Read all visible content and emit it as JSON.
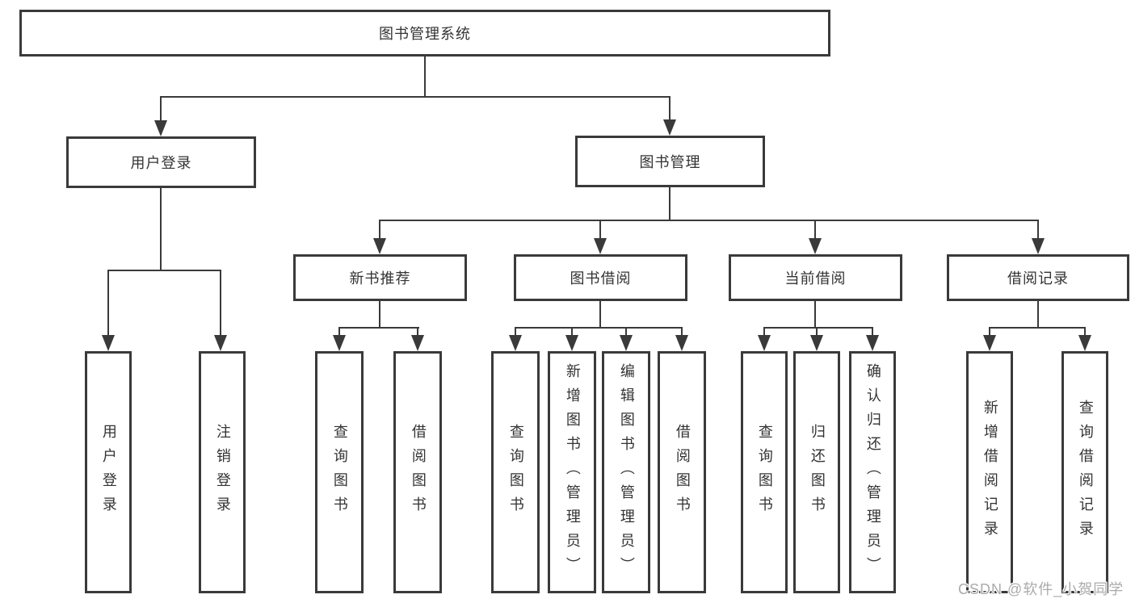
{
  "nodes": {
    "root": "图书管理系统",
    "userLogin": "用户登录",
    "bookMgmt": "图书管理",
    "newRec": "新书推荐",
    "bookBorrow": "图书借阅",
    "curBorrow": "当前借阅",
    "borrowRecords": "借阅记录",
    "leafUserLogin": "用户登录",
    "leafLogout": "注销登录",
    "leafRecQuery": "查询图书",
    "leafRecBorrow": "借阅图书",
    "leafBorQuery": "查询图书",
    "leafBorAdd": "新增图书（管理员）",
    "leafBorEdit": "编辑图书（管理员）",
    "leafBorBorrow": "借阅图书",
    "leafCurQuery": "查询图书",
    "leafCurReturn": "归还图书",
    "leafCurConfirm": "确认归还（管理员）",
    "leafRRAdd": "新增借阅记录",
    "leafRRQuery": "查询借阅记录"
  },
  "watermark": {
    "text": "CSDN @软件_小贺同学"
  },
  "colors": {
    "line": "#3a3a3a",
    "text": "#333333",
    "watermark": "#ababab",
    "background": "#ffffff"
  }
}
